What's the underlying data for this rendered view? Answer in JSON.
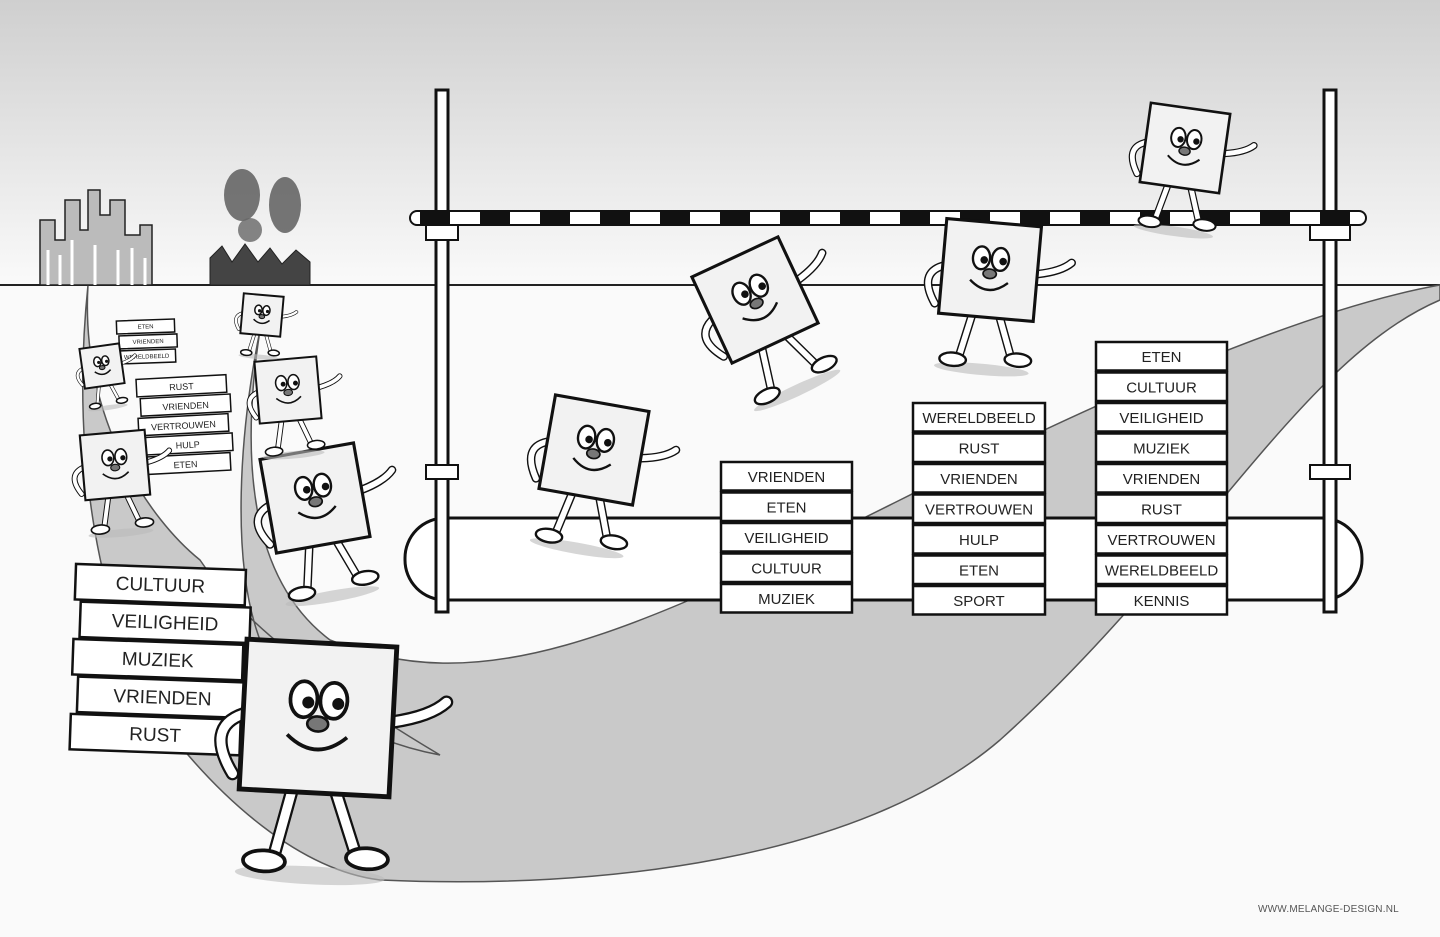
{
  "stacks": [
    {
      "id": "small-stack-back",
      "labels": [
        "ETEN",
        "VRIENDEN",
        "WERELDBEELD"
      ]
    },
    {
      "id": "small-stack-middle",
      "labels": [
        "RUST",
        "VRIENDEN",
        "VERTROUWEN",
        "HULP",
        "ETEN"
      ]
    },
    {
      "id": "front-stack",
      "labels": [
        "CULTUUR",
        "VEILIGHEID",
        "MUZIEK",
        "VRIENDEN",
        "RUST"
      ]
    },
    {
      "id": "jump-stack-1",
      "labels": [
        "VRIENDEN",
        "ETEN",
        "VEILIGHEID",
        "CULTUUR",
        "MUZIEK"
      ]
    },
    {
      "id": "jump-stack-2",
      "labels": [
        "WERELDBEELD",
        "RUST",
        "VRIENDEN",
        "VERTROUWEN",
        "HULP",
        "ETEN",
        "SPORT"
      ]
    },
    {
      "id": "jump-stack-3",
      "labels": [
        "ETEN",
        "CULTUUR",
        "VEILIGHEID",
        "MUZIEK",
        "VRIENDEN",
        "RUST",
        "VERTROUWEN",
        "WERELDBEELD",
        "KENNIS"
      ]
    }
  ],
  "watermark": "WWW.MELANGE-DESIGN.NL"
}
